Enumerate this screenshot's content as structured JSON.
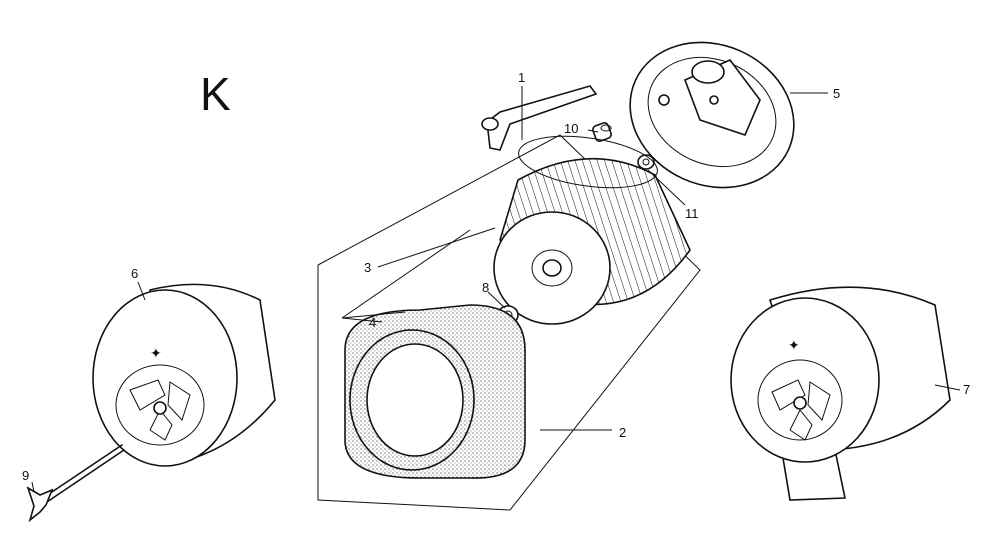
{
  "diagram": {
    "section_letter": "K",
    "callouts": {
      "p1": "1",
      "p2": "2",
      "p3": "3",
      "p4": "4",
      "p5": "5",
      "p6": "6",
      "p7": "7",
      "p8": "8",
      "p9": "9",
      "p10": "10",
      "p11": "11"
    },
    "colors": {
      "ink": "#111111",
      "paper": "#ffffff"
    }
  }
}
